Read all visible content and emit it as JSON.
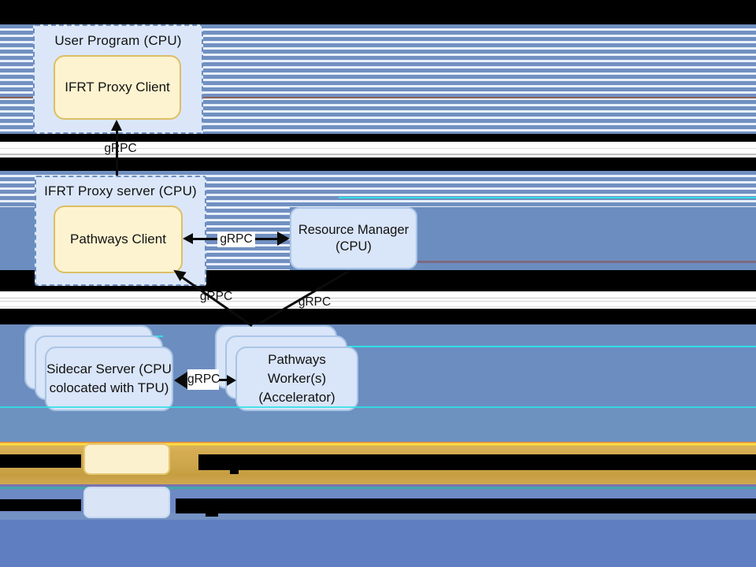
{
  "diagram": {
    "nodes": {
      "user_program": {
        "label": "User Program (CPU)"
      },
      "ifrt_proxy_client": {
        "label": "IFRT Proxy Client"
      },
      "ifrt_proxy_server": {
        "label": "IFRT Proxy server (CPU)"
      },
      "pathways_client": {
        "label": "Pathways Client"
      },
      "resource_manager": {
        "line1": "Resource Manager",
        "line2": "(CPU)"
      },
      "sidecar_server": {
        "line1": "Sidecar Server (CPU",
        "line2": "colocated with TPU)"
      },
      "pathways_workers": {
        "line1": "Pathways Worker(s)",
        "line2": "(Accelerator)"
      }
    },
    "edge_labels": [
      "gRPC",
      "gRPC",
      "gRPC",
      "gRPC",
      "gRPC"
    ],
    "colors": {
      "stripe_blue": "#7190c1",
      "stripe_light": "#e9f0fa",
      "band_blue": "#6c8dbf",
      "band_blue_bottom": "#5f7ec2",
      "band_gold": "#d2a94d",
      "node_blue_fill": "#dbe7f9",
      "node_blue_stroke": "#6c8ebf",
      "node_yellow_fill": "#fdf3d0",
      "node_yellow_stroke": "#ddbe66",
      "artifact_cyan": "#2fe0e6"
    }
  },
  "legend": {
    "yellow_swatch_color": "#fcf1ce",
    "blue_swatch_color": "#d9e4f7"
  }
}
